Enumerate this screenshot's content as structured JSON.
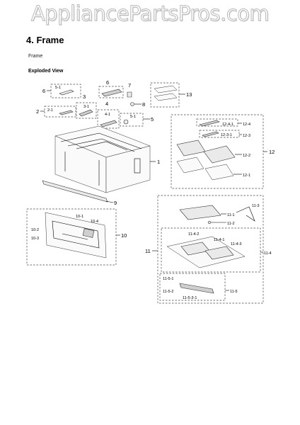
{
  "watermark": "AppliancePartsPros.com",
  "page_title": "4.  Frame",
  "section_label": "Frame",
  "view_label": "Exploded View",
  "callouts": {
    "c1": "1",
    "c2": "2",
    "c2_1": "2-1",
    "c3": "3",
    "c3_1": "3-1",
    "c4": "4",
    "c4_1": "4-1",
    "c5": "5",
    "c5_1": "5-1",
    "c6": "6",
    "c6_1": "5-1",
    "c7": "7",
    "c8": "8",
    "c9": "9",
    "c10": "10",
    "c10_1": "10-1",
    "c10_2": "10-2",
    "c10_3": "10-3",
    "c10_4": "10-4",
    "c11": "11",
    "c11_1": "11-1",
    "c11_2": "11-2",
    "c11_3": "11-3",
    "c11_4": "11-4",
    "c11_4_1": "11-4-1",
    "c11_4_2": "11-4-2",
    "c11_4_3": "11-4-3",
    "c11_5": "11-5",
    "c11_5_1": "11-5-1",
    "c11_5_2": "11-5-2",
    "c11_5_3": "11-5-3-1",
    "c12": "12",
    "c12_1": "12-1",
    "c12_2": "12-2",
    "c12_3": "12-3",
    "c12_3_1": "12-3-1",
    "c12_4": "12-4",
    "c12_4_1": "12-4-1",
    "c13": "13"
  }
}
